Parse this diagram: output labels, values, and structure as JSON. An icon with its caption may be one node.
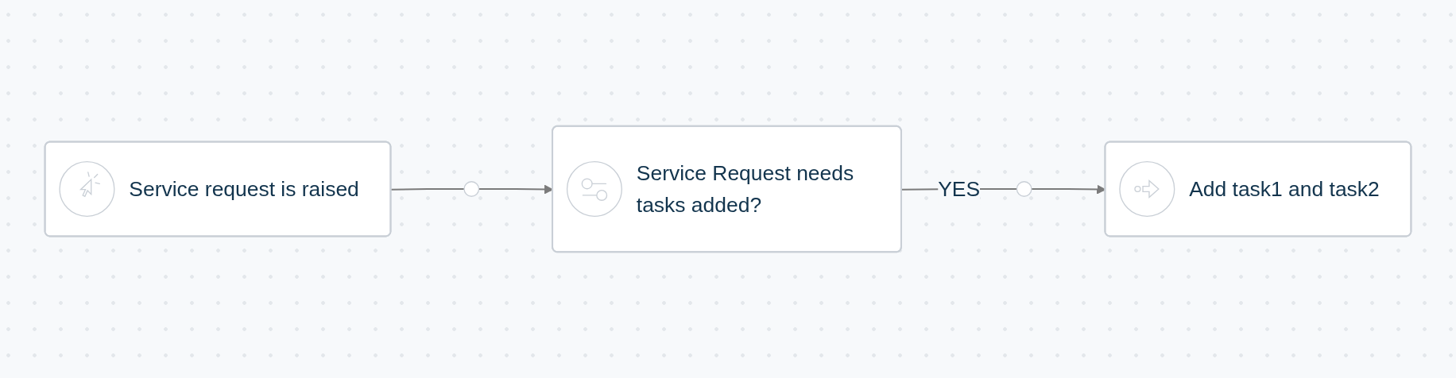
{
  "diagram": {
    "nodes": [
      {
        "text": [
          "Service request is raised"
        ]
      },
      {
        "text": [],
        "shape": "circle"
      },
      {
        "text": [
          "Service Request needs tasks added?"
        ]
      },
      {
        "text": [],
        "shape": "circle"
      },
      {
        "text": [
          "Add task1 and task2"
        ]
      }
    ],
    "edges": [
      {
        "from": 0,
        "to": 1,
        "arrow": "none"
      },
      {
        "from": 1,
        "to": 2,
        "arrow": "to"
      },
      {
        "from": 2,
        "to": 3,
        "arrow": "none",
        "label": "YES"
      },
      {
        "from": 3,
        "to": 4,
        "arrow": "to"
      }
    ]
  }
}
